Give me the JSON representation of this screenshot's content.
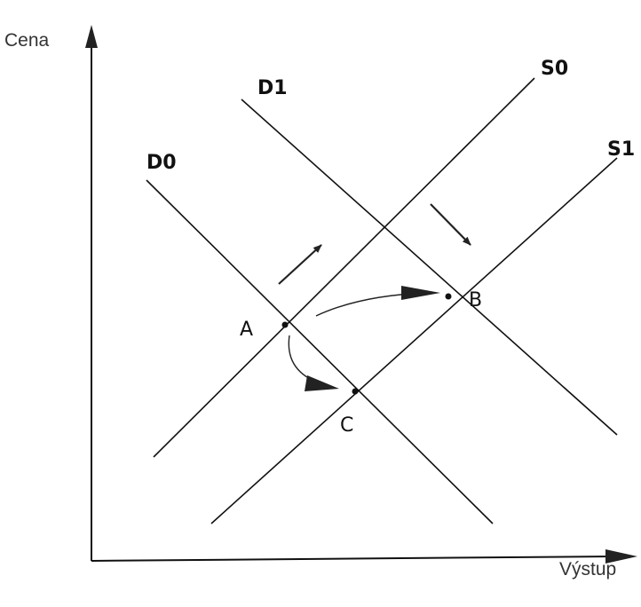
{
  "axes": {
    "y_label": "Cena",
    "x_label": "Výstup"
  },
  "curves": {
    "d0": "D0",
    "d1": "D1",
    "s0": "S0",
    "s1": "S1"
  },
  "points": {
    "a": "A",
    "b": "B",
    "c": "C"
  }
}
